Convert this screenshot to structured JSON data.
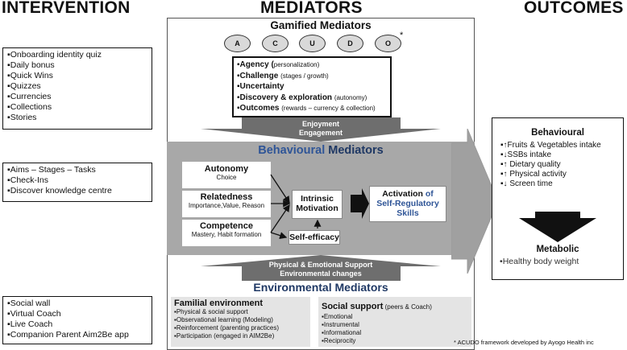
{
  "headers": {
    "intervention": "INTERVENTION",
    "mediators": "MEDIATORS",
    "outcomes": "OUTCOMES"
  },
  "intervention_boxes": [
    {
      "items": [
        "Onboarding identity quiz",
        "Daily bonus",
        "Quick Wins",
        "Quizzes",
        "Currencies",
        "Collections",
        "Stories"
      ]
    },
    {
      "items": [
        "Aims – Stages – Tasks",
        "Check-Ins",
        "Discover knowledge centre"
      ]
    },
    {
      "items": [
        "Social wall",
        "Virtual Coach",
        "Live Coach",
        "Companion Parent Aim2Be app"
      ]
    }
  ],
  "gamified": {
    "title": "Gamified Mediators",
    "circles": [
      "A",
      "C",
      "U",
      "D",
      "O"
    ],
    "asterisk": "*",
    "list": [
      {
        "bold": "Agency (",
        "normal": "personalization)"
      },
      {
        "bold": "Challenge ",
        "normal": "(stages / growth)"
      },
      {
        "bold": "Uncertainty",
        "normal": ""
      },
      {
        "bold": "Discovery & exploration ",
        "normal": "(autonomy)"
      },
      {
        "bold": "Outcomes ",
        "normal": "(rewards – currency & collection)"
      }
    ],
    "arrow_line1": "Enjoyment",
    "arrow_line2": "Engagement"
  },
  "behavioural": {
    "title_part1": "Behavioural",
    "title_part2": " Mediators",
    "autonomy": {
      "title": "Autonomy",
      "sub": "Choice"
    },
    "relatedness": {
      "title": "Relatedness",
      "sub": "Importance,Value, Reason"
    },
    "competence": {
      "title": "Competence",
      "sub": "Mastery, Habit formation"
    },
    "intrinsic_line1": "Intrinsic",
    "intrinsic_line2": "Motivation",
    "self_efficacy": "Self-efficacy",
    "activation_line1a": "Activation",
    "activation_line1b": " of",
    "activation_line2": "Self-Regulatory",
    "activation_line3": "Skills"
  },
  "environmental": {
    "arrow_line1": "Physical & Emotional Support",
    "arrow_line2": "Environmental changes",
    "title": "Environmental Mediators",
    "familial": {
      "title": "Familial environment",
      "items": [
        "Physical & social support",
        "Observational learning (Modeling)",
        "Reinforcement (parenting practices)",
        "Participation (engaged in AIM2Be)"
      ]
    },
    "social": {
      "title": "Social support",
      "title_suffix": " (peers & Coach)",
      "items": [
        "Emotional",
        "Instrumental",
        "Informational",
        "Reciprocity"
      ]
    }
  },
  "outcomes": {
    "behavioural_title": "Behavioural",
    "behavioural_items": [
      "↑Fruits & Vegetables intake",
      "↓SSBs intake",
      "↑ Dietary quality",
      "↑ Physical activity",
      "↓ Screen time"
    ],
    "metabolic_title": "Metabolic",
    "metabolic_items": [
      "Healthy body weight"
    ]
  },
  "footnote": "* ACUDO framework developed by Ayogo Health inc",
  "colors": {
    "accent_blue": "#2f5597",
    "panel_gray": "#a8a8a8",
    "arrow_gray": "#6e6e6e",
    "arrow_dark": "#404040"
  }
}
